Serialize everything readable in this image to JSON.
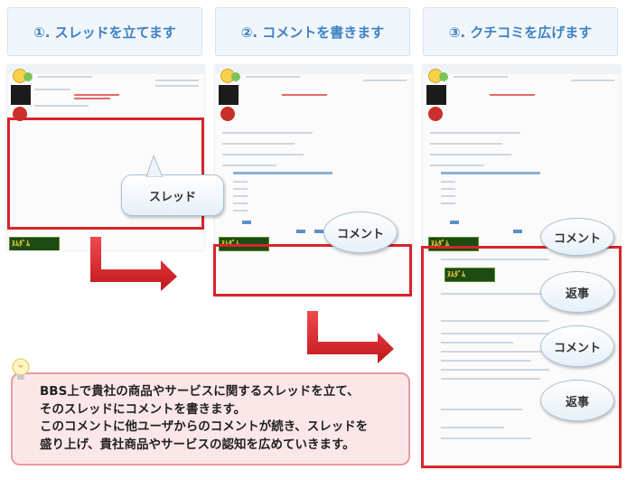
{
  "steps": [
    {
      "label": "①. スレッドを立てます"
    },
    {
      "label": "②. コメントを書きます"
    },
    {
      "label": "③. クチコミを広げます"
    }
  ],
  "callouts": {
    "thread": "スレッド",
    "comment_step2": "コメント",
    "comment_1": "コメント",
    "reply_1": "返事",
    "comment_2": "コメント",
    "reply_2": "返事"
  },
  "description": {
    "lines": [
      "BBS上で貴社の商品やサービスに関するスレッドを立て、",
      "そのスレッドにコメントを書きます。",
      "このコメントに他ユーザからのコメントが続き、スレッドを",
      "盛り上げ、貴社商品やサービスの認知を広めていきます。"
    ]
  },
  "banner_text": "ﾇﾑﾀﾞﾑ",
  "colors": {
    "accent_blue": "#3d82c4",
    "highlight_red": "#d7252b",
    "desc_bg": "#fbe7e8"
  }
}
